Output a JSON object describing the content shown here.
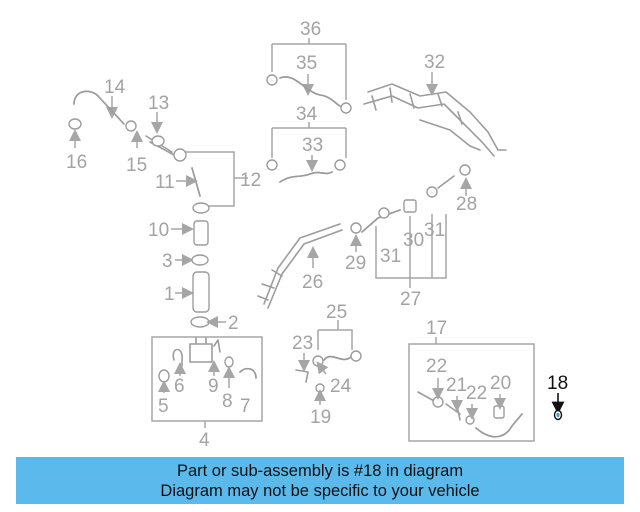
{
  "diagram": {
    "callouts": [
      "36",
      "35",
      "34",
      "33",
      "32",
      "14",
      "13",
      "16",
      "15",
      "11",
      "12",
      "10",
      "3",
      "1",
      "2",
      "28",
      "29",
      "31",
      "30",
      "26",
      "27",
      "25",
      "23",
      "24",
      "19",
      "6",
      "9",
      "8",
      "5",
      "7",
      "4",
      "17",
      "22",
      "21",
      "20",
      "18"
    ],
    "highlight": "18",
    "colors": {
      "line": "#a6a6a6",
      "label": "#a3a3a3",
      "highlight": "#111111"
    }
  },
  "banner": {
    "line1": "Part or sub-assembly is #18 in diagram",
    "line2": "Diagram may not be specific to your vehicle",
    "background": "#5bb9ec"
  }
}
